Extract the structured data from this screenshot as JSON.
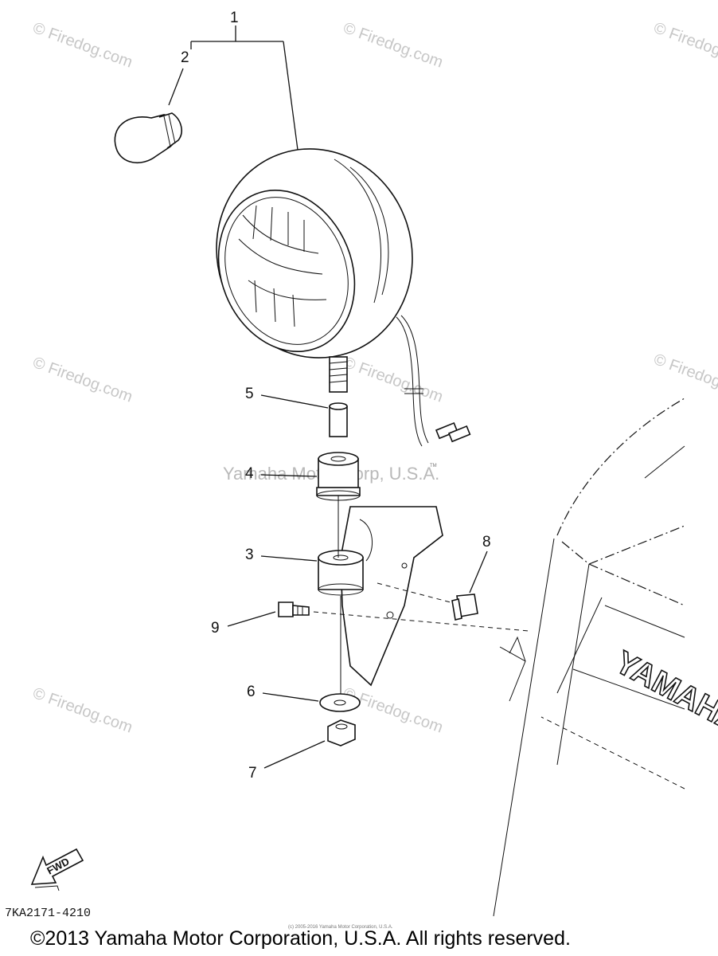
{
  "diagram": {
    "callouts": [
      "1",
      "2",
      "5",
      "4",
      "3",
      "8",
      "9",
      "6",
      "7"
    ],
    "fwd_label": "FWD",
    "part_code": "7KA2171-4210",
    "brand_text": "YAMAHA",
    "tm_mark": "TM"
  },
  "watermarks": {
    "firedog": "© Firedog.com",
    "firedog_cut": "© Firedog",
    "center": "Yamaha Motor Corp, U.S.A."
  },
  "footer": {
    "tiny_notice": "(c) 2005-2016 Yamaha Motor Corporation, U.S.A.",
    "copyright": "©2013 Yamaha Motor Corporation, U.S.A. All rights reserved."
  }
}
